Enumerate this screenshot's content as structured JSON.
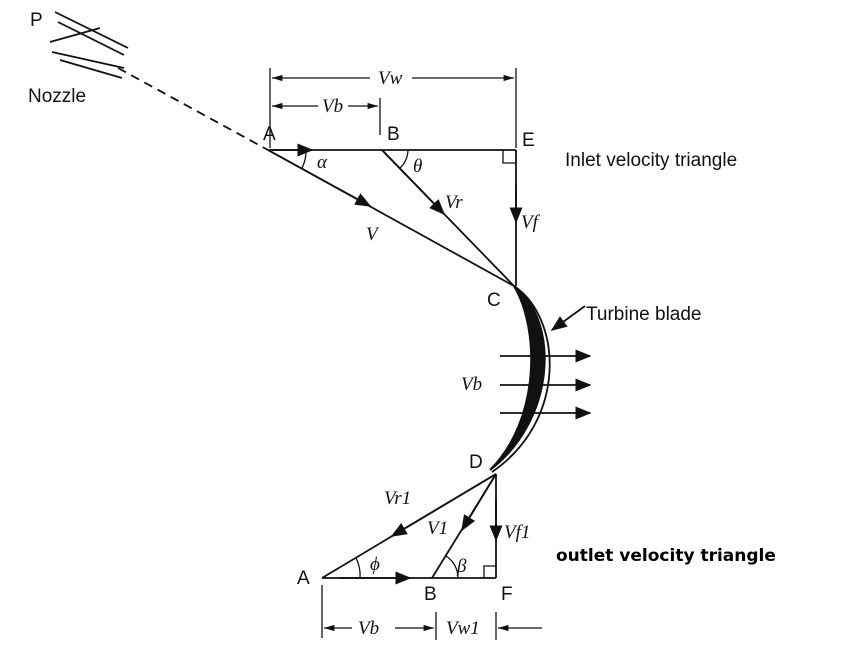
{
  "labels": {
    "p": "P",
    "nozzle": "Nozzle",
    "vw": "Vw",
    "vb_top": "Vb",
    "a_top": "A",
    "b_top": "B",
    "e": "E",
    "alpha": "α",
    "theta": "θ",
    "v": "V",
    "vr": "Vr",
    "vf": "Vf",
    "c": "C",
    "turbine_blade": "Turbine blade",
    "vb_mid": "Vb",
    "d": "D",
    "vr1": "Vr1",
    "v1": "V1",
    "vf1": "Vf1",
    "phi": "ϕ",
    "beta": "β",
    "a_bot": "A",
    "b_bot": "B",
    "f": "F",
    "vb_bot": "Vb",
    "vw1": "Vw1"
  },
  "captions": {
    "inlet": "Inlet velocity triangle",
    "outlet": "outlet velocity triangle"
  }
}
